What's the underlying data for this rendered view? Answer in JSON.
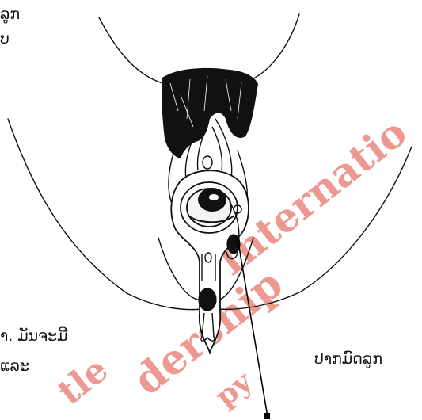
{
  "labels": {
    "top_left_line1": "ລູກ",
    "top_left_line2": "ບ",
    "bottom_left_line1": "າ. ມັນຈະມີ",
    "bottom_left_line2": "ແລະ",
    "cervix_label": "ປາກມົດລູກ"
  },
  "watermark": {
    "text1": "Internatio",
    "text2": "dership",
    "text3": "tle",
    "text4": "py",
    "color": "#de4637"
  },
  "colors": {
    "ink": "#111111",
    "background": "#ffffff",
    "pointer": "#000000"
  }
}
